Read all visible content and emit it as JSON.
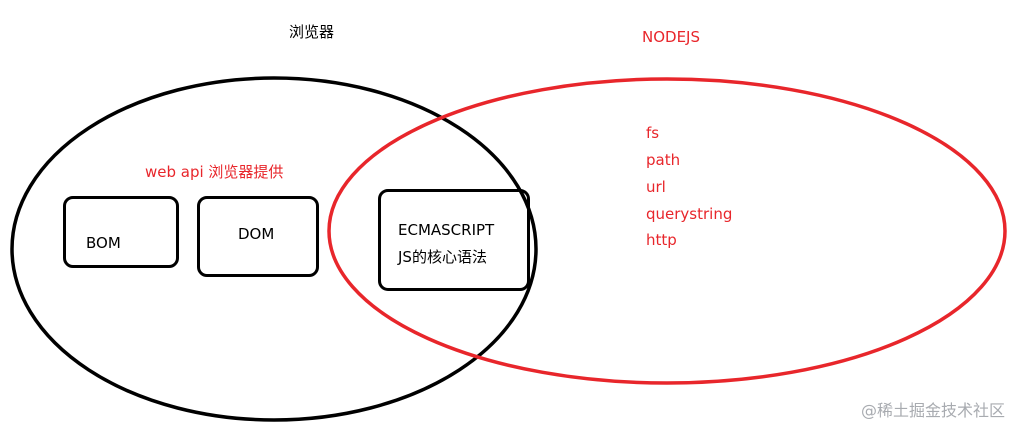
{
  "labels": {
    "browser_title": "浏览器",
    "nodejs_title": "NODEJS",
    "web_api_note": "web api  浏览器提供"
  },
  "boxes": {
    "bom": "BOM",
    "dom": "DOM",
    "ecmascript": "ECMASCRIPT",
    "ecmascript_sub": "JS的核心语法"
  },
  "node_modules": [
    "fs",
    "path",
    "url",
    "querystring",
    "http"
  ],
  "watermark": "@稀土掘金技术社区",
  "colors": {
    "browser_outline": "#000000",
    "nodejs_outline": "#e8262b",
    "red_text": "#e8262b",
    "watermark": "#a8abb0"
  }
}
